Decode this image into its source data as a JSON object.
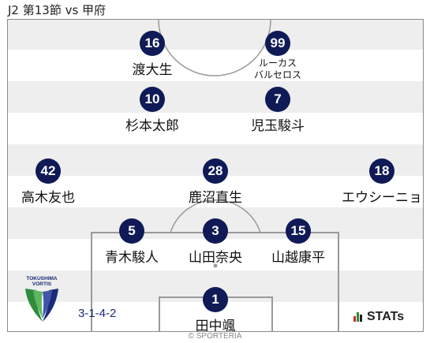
{
  "header": {
    "title": "J2 第13節 vs 甲府"
  },
  "team": {
    "emblem_text_line1": "TOKUSHIMA",
    "emblem_text_line2": "VORTIS",
    "formation": "3-1-4-2"
  },
  "players": [
    {
      "number": "16",
      "name": "渡大生"
    },
    {
      "number": "99",
      "name_line1": "ルーカス",
      "name_line2": "バルセロス"
    },
    {
      "number": "10",
      "name": "杉本太郎"
    },
    {
      "number": "7",
      "name": "児玉駿斗"
    },
    {
      "number": "42",
      "name": "高木友也"
    },
    {
      "number": "28",
      "name": "鹿沼直生"
    },
    {
      "number": "18",
      "name": "エウシーニョ"
    },
    {
      "number": "5",
      "name": "青木駿人"
    },
    {
      "number": "3",
      "name": "山田奈央"
    },
    {
      "number": "15",
      "name": "山越康平"
    },
    {
      "number": "1",
      "name": "田中颯"
    }
  ],
  "branding": {
    "stats_label": "STATs",
    "copyright": "© SPORTERIA"
  },
  "colors": {
    "player_badge": "#0f1a57",
    "formation_text": "#1b2a78",
    "stripe": "#eeeeee",
    "emblem_green": "#2e8b3a",
    "emblem_navy": "#1b2a78"
  }
}
